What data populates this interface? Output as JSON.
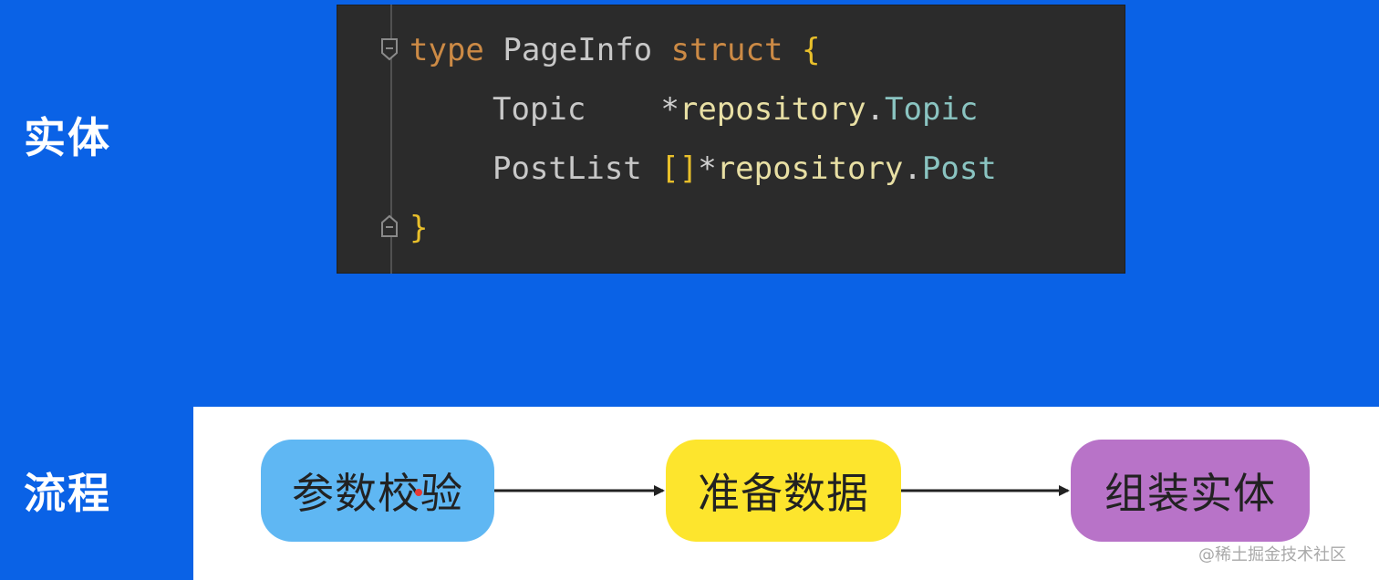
{
  "labels": {
    "entity": "实体",
    "flow": "流程"
  },
  "code": {
    "line1": {
      "kw_type": "type",
      "name": "PageInfo",
      "kw_struct": "struct",
      "brace_open": "{"
    },
    "line2": {
      "field": "Topic",
      "star": "*",
      "pkg": "repository",
      "dot": ".",
      "type": "Topic"
    },
    "line3": {
      "field": "PostList",
      "brackets": "[]",
      "star": "*",
      "pkg": "repository",
      "dot": ".",
      "type": "Post"
    },
    "line4": {
      "brace_close": "}"
    }
  },
  "flow": {
    "steps": [
      {
        "label": "参数校验",
        "color": "#5fb7f3"
      },
      {
        "label": "准备数据",
        "color": "#fde52d"
      },
      {
        "label": "组装实体",
        "color": "#b873c8"
      }
    ]
  },
  "watermark": "@稀土掘金技术社区",
  "colors": {
    "background": "#0a62e6",
    "code_bg": "#2b2b2b",
    "keyword": "#cc8a45",
    "brace": "#e8bf2b",
    "package": "#e8dfa4",
    "type_ident": "#8ac4c1"
  }
}
